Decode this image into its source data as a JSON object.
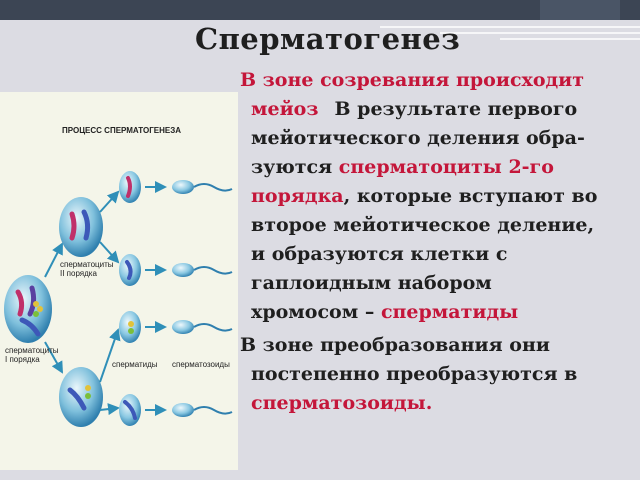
{
  "slide": {
    "title": "Сперматогенез",
    "figure": {
      "title": "ПРОЦЕСС СПЕРМАТОГЕНЕЗА",
      "label_spermatocytes_2": [
        "сперматоциты",
        "II порядка"
      ],
      "label_spermatocytes_1": [
        "сперматоциты",
        "I порядка"
      ],
      "label_spermatids": "сперматиды",
      "label_spermatozoa": "сперматозоиды"
    },
    "paragraph1": {
      "l1": "В зоне созревания происходит",
      "l2a": "мейоз",
      "l2b": "В результате первого",
      "l3": "мейотического деления обра-",
      "l4a": "зуются ",
      "l4b": "сперматоциты 2-го",
      "l5a": "порядка",
      "l5b": ", которые вступают во",
      "l6": "второе мейотическое деление,",
      "l7": "и образуются клетки с",
      "l8": "гаплоидным набором",
      "l9a": "хромосом – ",
      "l9b": "сперматиды"
    },
    "paragraph2": {
      "l1": "В зоне преобразования они",
      "l2": "постепенно преобразуются  в",
      "l3": "сперматозоиды."
    },
    "colors": {
      "accent_red": "#c4163a",
      "text": "#1f1f1f",
      "topbar": "#3c4554"
    }
  }
}
